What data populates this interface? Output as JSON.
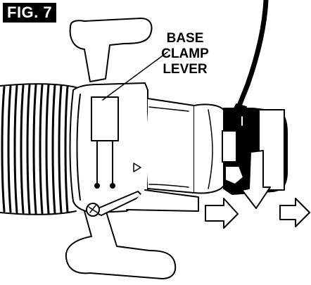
{
  "figure": {
    "label": "FIG. 7"
  },
  "callout": {
    "lines": [
      "BASE",
      "CLAMP",
      "LEVER"
    ]
  },
  "colors": {
    "ink": "#000000",
    "paper": "#ffffff",
    "badge": "#000000"
  }
}
